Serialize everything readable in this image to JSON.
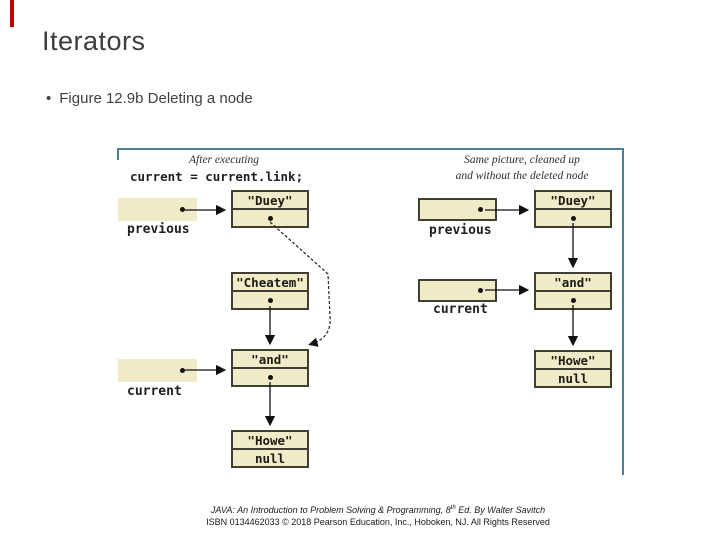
{
  "slide": {
    "title": "Iterators",
    "bullet_marker": "•",
    "bullet": "Figure 12.9b Deleting a node"
  },
  "figure": {
    "before": {
      "caption": "After executing",
      "code": "current = current.link;",
      "previous_label": "previous",
      "current_label": "current",
      "nodes": {
        "duey": "\"Duey\"",
        "cheatem": "\"Cheatem\"",
        "and": "\"and\"",
        "howe": "\"Howe\"",
        "null_value": "null"
      }
    },
    "after": {
      "caption_line1": "Same picture, cleaned up",
      "caption_line2": "and without the deleted node",
      "previous_label": "previous",
      "current_label": "current",
      "nodes": {
        "duey": "\"Duey\"",
        "and": "\"and\"",
        "howe": "\"Howe\"",
        "null_value": "null"
      }
    },
    "colors": {
      "frame_border": "#4e7e98",
      "node_fill": "#f0ecc9",
      "node_border": "#3f3f33",
      "variable_fill": "#efebc7",
      "null_text": "#3465a4",
      "accent_mark": "#c00000"
    }
  },
  "footer": {
    "line1_pre": "JAVA: An Introduction to Problem Solving & Programming, 8",
    "line1_sup": "th",
    "line1_post": " Ed. By Walter Savitch",
    "line2": "ISBN 0134462033 © 2018 Pearson Education, Inc., Hoboken, NJ. All Rights Reserved"
  }
}
